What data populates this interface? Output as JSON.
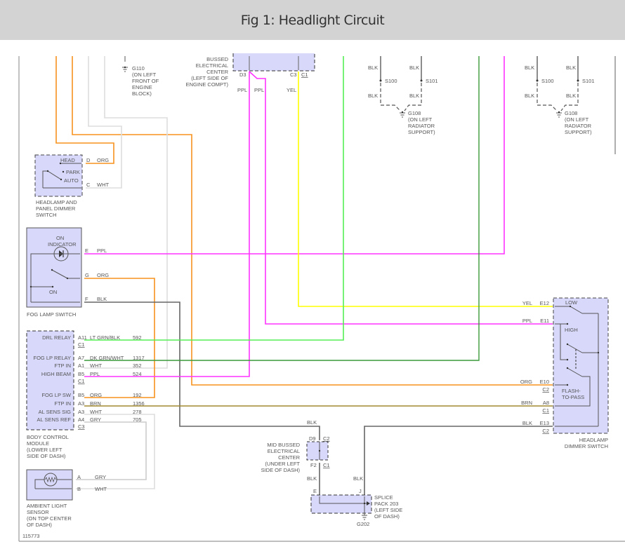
{
  "title": "Fig 1: Headlight Circuit",
  "figure_id": "115773",
  "colors": {
    "org": "#f7931e",
    "ppl": "#ff33ff",
    "yel": "#ffff00",
    "ltgrn": "#55ee55",
    "dkgrn": "#3a9a3a",
    "wht": "#dddddd",
    "blk": "#666666",
    "brn": "#a08830",
    "gry": "#cccccc",
    "component_fill": "#d8d8fb"
  },
  "components": {
    "bussed_center": {
      "label": [
        "BUSSED",
        "ELECTRICAL",
        "CENTER",
        "(LEFT SIDE OF",
        "ENGINE COMPT)"
      ],
      "pins": [
        "D3",
        "C3",
        "C1"
      ]
    },
    "g110": {
      "label": [
        "G110",
        "(ON LEFT",
        "FRONT OF",
        "ENGINE",
        "BLOCK)"
      ]
    },
    "g108_left": {
      "wires": [
        "BLK",
        "BLK",
        "BLK",
        "BLK"
      ],
      "splices": [
        "S100",
        "S101"
      ],
      "label": [
        "G108",
        "(ON LEFT",
        "RADIATOR",
        "SUPPORT)"
      ]
    },
    "g108_right": {
      "wires": [
        "BLK",
        "BLK",
        "BLK",
        "BLK"
      ],
      "splices": [
        "S100",
        "S101"
      ],
      "label": [
        "G108",
        "(ON LEFT",
        "RADIATOR",
        "SUPPORT)"
      ]
    },
    "headlamp_panel_switch": {
      "label": [
        "HEADLAMP AND",
        "PANEL DIMMER",
        "SWITCH"
      ],
      "positions": [
        "HEAD",
        "PARK",
        "AUTO"
      ],
      "pins": [
        {
          "pin": "D",
          "wire": "ORG"
        },
        {
          "pin": "C",
          "wire": "WHT"
        }
      ]
    },
    "fog_lamp_switch": {
      "label": "FOG LAMP SWITCH",
      "indicator": [
        "ON",
        "INDICATOR"
      ],
      "on_label": "ON",
      "pins": [
        {
          "pin": "E",
          "wire": "PPL"
        },
        {
          "pin": "G",
          "wire": "ORG"
        },
        {
          "pin": "F",
          "wire": "BLK"
        }
      ]
    },
    "bcm": {
      "label": [
        "BODY CONTROL",
        "MODULE",
        "(LOWER LEFT",
        "SIDE OF DASH)"
      ],
      "rows": [
        {
          "name": "DRL RELAY",
          "pin": "A11",
          "wire": "LT GRN/BLK",
          "circuit": "592",
          "conn": "C1"
        },
        {
          "name": "FOG LP RELAY",
          "pin": "A7",
          "wire": "DK GRN/WHT",
          "circuit": "1317",
          "conn": ""
        },
        {
          "name": "FTP IN",
          "pin": "A1",
          "wire": "WHT",
          "circuit": "352",
          "conn": ""
        },
        {
          "name": "HIGH BEAM",
          "pin": "B5",
          "wire": "PPL",
          "circuit": "524",
          "conn": "C1"
        },
        {
          "name": "FOG LP SW",
          "pin": "B5",
          "wire": "ORG",
          "circuit": "192",
          "conn": ""
        },
        {
          "name": "FTP IN",
          "pin": "A3",
          "wire": "BRN",
          "circuit": "1356",
          "conn": ""
        },
        {
          "name": "AL SENS SIG",
          "pin": "A3",
          "wire": "WHT",
          "circuit": "278",
          "conn": ""
        },
        {
          "name": "AL SENS REF",
          "pin": "A4",
          "wire": "GRY",
          "circuit": "705",
          "conn": "C3"
        }
      ]
    },
    "ambient_sensor": {
      "label": [
        "AMBIENT LIGHT",
        "SENSOR",
        "(ON TOP CENTER",
        "OF DASH)"
      ],
      "pins": [
        {
          "pin": "A",
          "wire": "GRY"
        },
        {
          "pin": "B",
          "wire": "WHT"
        }
      ]
    },
    "mid_bussed": {
      "label": [
        "MID BUSSED",
        "ELECTRICAL",
        "CENTER",
        "(UNDER LEFT",
        "SIDE OF DASH)"
      ],
      "pins": [
        "D9",
        "C2",
        "F2",
        "C1"
      ],
      "wires": [
        "BLK",
        "BLK"
      ]
    },
    "splice_pack": {
      "label": [
        "SPLICE",
        "PACK 203",
        "(LEFT SIDE",
        "OF DASH)"
      ],
      "pins": [
        "E",
        "J"
      ],
      "wire_j": "BLK",
      "ground": "G202"
    },
    "headlamp_dimmer": {
      "label": [
        "HEADLAMP",
        "DIMMER SWITCH"
      ],
      "positions": [
        "LOW",
        "HIGH",
        "FLASH-",
        "TO-PASS"
      ],
      "pins": [
        {
          "wire": "YEL",
          "pin": "E12",
          "conn": ""
        },
        {
          "wire": "PPL",
          "pin": "E11",
          "conn": ""
        },
        {
          "wire": "ORG",
          "pin": "E10",
          "conn": "C2"
        },
        {
          "wire": "BRN",
          "pin": "A8",
          "conn": "C1"
        },
        {
          "wire": "BLK",
          "pin": "E13",
          "conn": "C2"
        }
      ]
    },
    "bussed_wires": [
      "PPL",
      "PPL",
      "YEL"
    ]
  }
}
